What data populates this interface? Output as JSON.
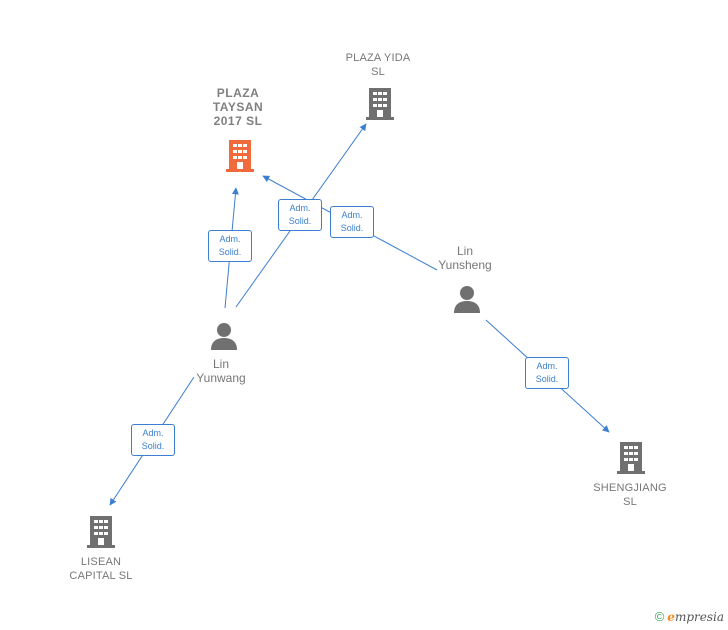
{
  "nodes": {
    "plaza_taysan": {
      "label": "PLAZA\nTAYSAN\n2017  SL",
      "color": "#f06a3c",
      "icon": "building-icon"
    },
    "plaza_yida": {
      "label": "PLAZA YIDA\nSL",
      "color": "#707070",
      "icon": "building-icon"
    },
    "lin_yunsheng": {
      "label": "Lin\nYunsheng",
      "color": "#707070",
      "icon": "person-icon"
    },
    "lin_yunwang": {
      "label": "Lin\nYunwang",
      "color": "#707070",
      "icon": "person-icon"
    },
    "shengjiang": {
      "label": "SHENGJIANG\nSL",
      "color": "#707070",
      "icon": "building-icon"
    },
    "lisean": {
      "label": "LISEAN\nCAPITAL  SL",
      "color": "#707070",
      "icon": "building-icon"
    }
  },
  "edges": [
    {
      "from": "lin_yunwang",
      "to": "plaza_taysan",
      "label": "Adm.\nSolid."
    },
    {
      "from": "lin_yunwang",
      "to": "plaza_yida",
      "label": "Adm.\nSolid."
    },
    {
      "from": "lin_yunsheng",
      "to": "plaza_taysan",
      "label": "Adm.\nSolid."
    },
    {
      "from": "lin_yunsheng",
      "to": "shengjiang",
      "label": "Adm.\nSolid."
    },
    {
      "from": "lin_yunwang",
      "to": "lisean",
      "label": "Adm.\nSolid."
    }
  ],
  "edge_color": "#3c7fd0",
  "footer": {
    "copyright": "©",
    "brand_initial": "e",
    "brand_rest": "mpresia"
  }
}
